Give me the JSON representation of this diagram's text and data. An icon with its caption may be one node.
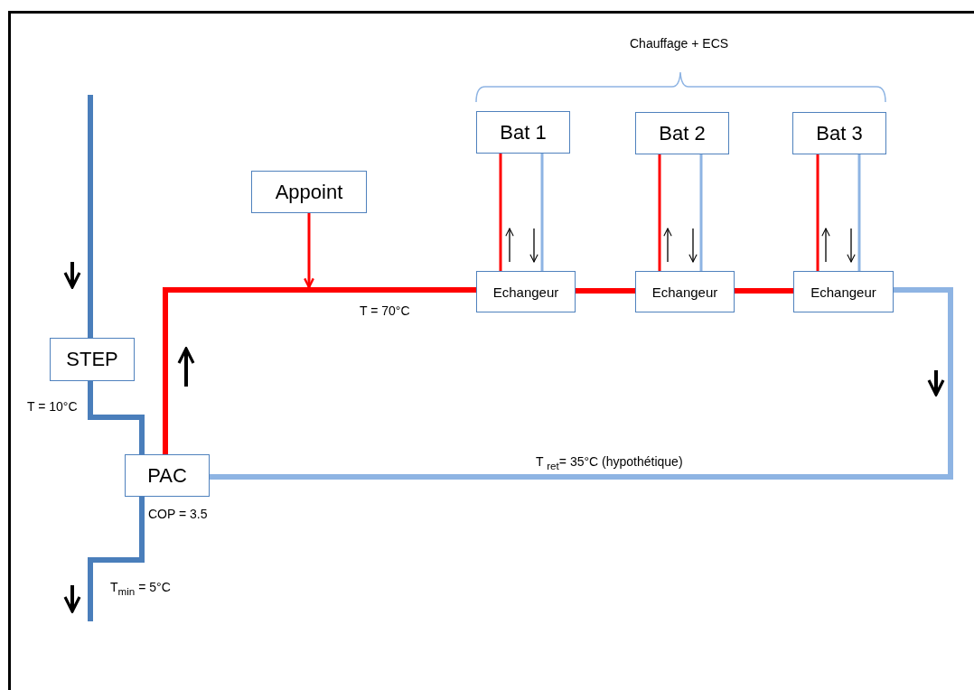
{
  "diagram": {
    "nodes": [
      {
        "text": [
          "Appoint"
        ]
      },
      {
        "text": [
          "Bat 1"
        ]
      },
      {
        "text": [
          "Bat 2"
        ]
      },
      {
        "text": [
          "Bat 3"
        ]
      },
      {
        "text": [
          "STEP"
        ]
      },
      {
        "text": [
          "PAC"
        ]
      },
      {
        "text": [
          "Echangeur"
        ]
      },
      {
        "text": [
          "Echangeur"
        ]
      },
      {
        "text": [
          "Echangeur"
        ]
      }
    ],
    "edges": [
      {
        "from": 0,
        "to": null,
        "arrow": "to"
      },
      {
        "from": 5,
        "to": 6,
        "arrow": "none",
        "style": "thick"
      },
      {
        "from": 6,
        "to": 7,
        "arrow": "none",
        "style": "thick"
      },
      {
        "from": 7,
        "to": 8,
        "arrow": "none",
        "style": "thick"
      },
      {
        "from": 8,
        "to": 5,
        "arrow": "none",
        "style": "thick",
        "color": "#8eb4e3"
      },
      {
        "from": 6,
        "to": 1,
        "arrow": "none"
      },
      {
        "from": 1,
        "to": 6,
        "arrow": "none",
        "color": "#8eb4e3"
      },
      {
        "from": 7,
        "to": 2,
        "arrow": "none"
      },
      {
        "from": 2,
        "to": 7,
        "arrow": "none",
        "color": "#8eb4e3"
      },
      {
        "from": 8,
        "to": 3,
        "arrow": "none"
      },
      {
        "from": 3,
        "to": 8,
        "arrow": "none",
        "color": "#8eb4e3"
      },
      {
        "from": null,
        "to": 4,
        "arrow": "none",
        "style": "thick",
        "color": "#4a7ebb"
      },
      {
        "from": 4,
        "to": 5,
        "arrow": "none",
        "style": "thick",
        "color": "#4a7ebb"
      },
      {
        "from": 5,
        "to": null,
        "arrow": "none",
        "style": "thick",
        "color": "#4a7ebb"
      }
    ],
    "labels": [
      "Chauffage + ECS",
      "T = 70°C",
      "T = 10°C",
      "COP = 3.5",
      "T$_{min}$ = 5°C",
      "T $_{ret}$= 35°C (hypothétique)"
    ]
  }
}
